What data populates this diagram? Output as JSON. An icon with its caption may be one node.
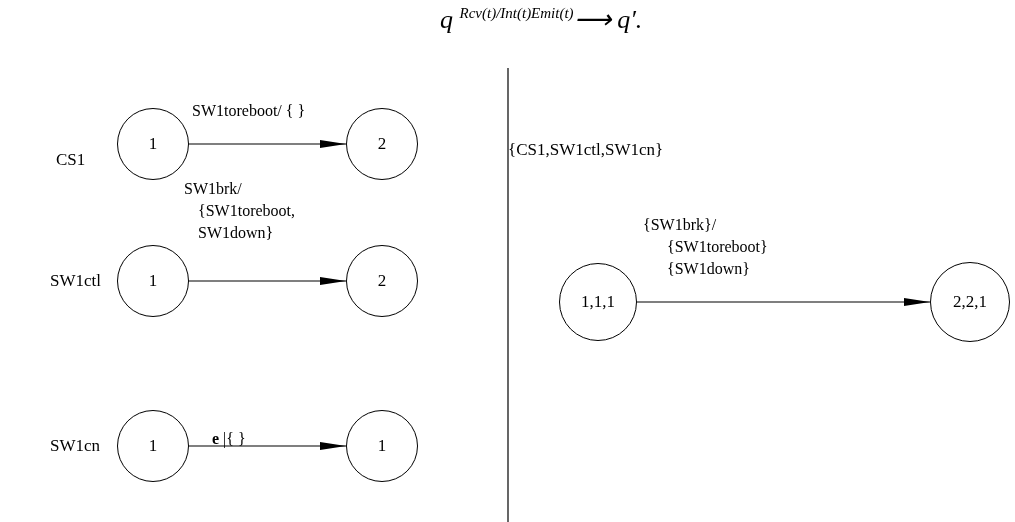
{
  "diagram": {
    "title": "q $^{Rcv(t)/Int(t)Emit(t)}$⟶ q′.",
    "nodes": [
      {
        "text": [
          "1"
        ]
      },
      {
        "text": [
          "2"
        ]
      },
      {
        "text": [
          "1"
        ]
      },
      {
        "text": [
          "2"
        ]
      },
      {
        "text": [
          "1"
        ]
      },
      {
        "text": [
          "1"
        ]
      },
      {
        "text": [
          "1,1,1"
        ]
      },
      {
        "text": [
          "2,2,1"
        ]
      }
    ],
    "edges": [
      {
        "from": 0,
        "to": 1,
        "arrow": "to",
        "label": "SW1toreboot/ { }"
      },
      {
        "from": 2,
        "to": 3,
        "arrow": "to",
        "label": "SW1brk/ {SW1toreboot, SW1down}"
      },
      {
        "from": 4,
        "to": 5,
        "arrow": "to",
        "label": "**e** |{ }"
      },
      {
        "from": 6,
        "to": 7,
        "arrow": "to",
        "label": "{SW1brk}/ {SW1toreboot} {SW1down}"
      }
    ],
    "labels": [
      "CS1",
      "{CS1,SW1ctl,SW1cn}",
      "SW1ctl",
      "SW1cn"
    ]
  }
}
